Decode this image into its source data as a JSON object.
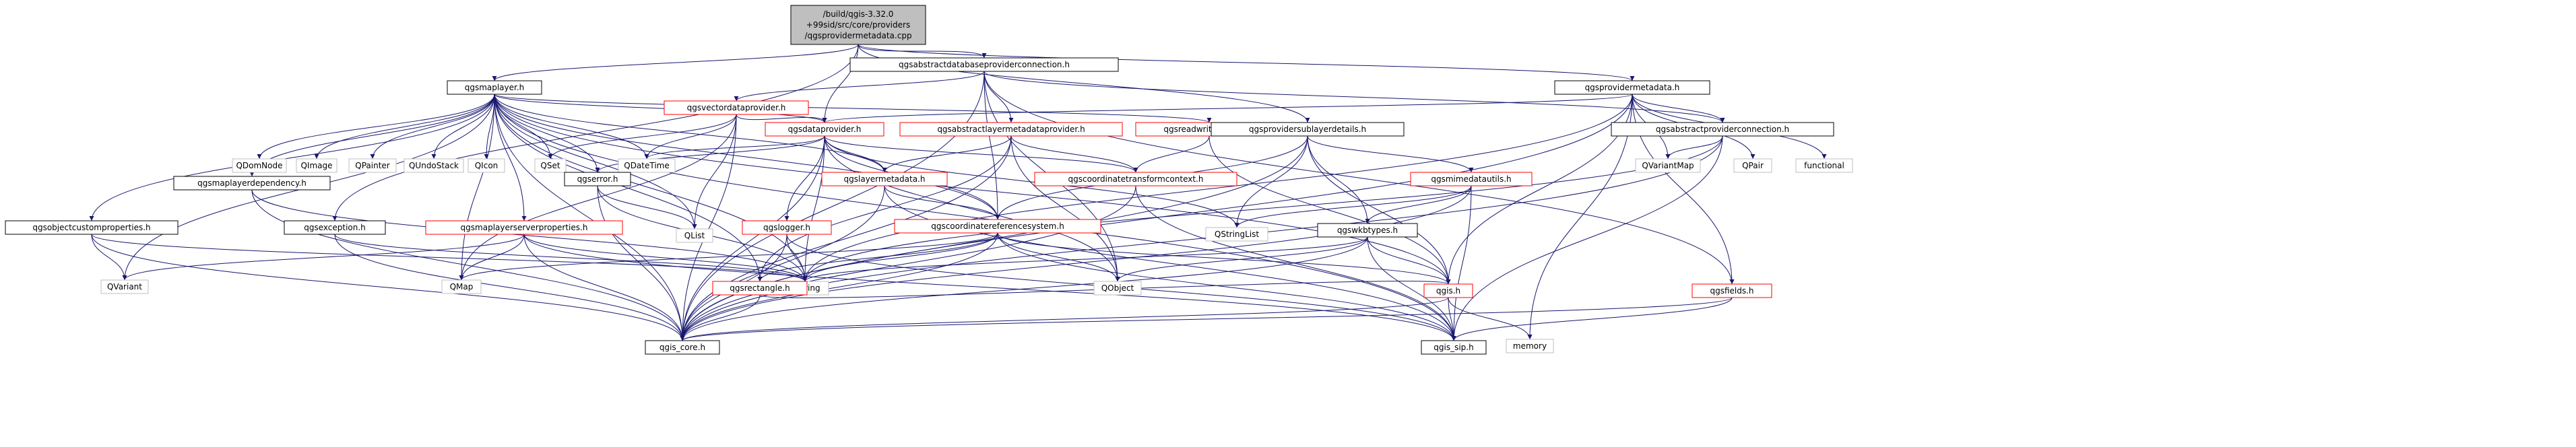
{
  "diagram": {
    "title": "Include dependency graph for qgsprovidermetadata.cpp",
    "colors": {
      "root_fill": "#bfbfbf",
      "node_fill": "#ffffff",
      "node_border": "#000000",
      "red_border": "#ff0000",
      "gray_border": "#bfbfbf",
      "edge": "#191970"
    },
    "nodes": [
      {
        "id": "root",
        "lines": [
          "/build/qgis-3.32.0",
          "+99sid/src/core/providers",
          "/qgsprovidermetadata.cpp"
        ],
        "style": "root"
      },
      {
        "id": "abstractdbconn",
        "lines": [
          "qgsabstractdatabaseproviderconnection.h"
        ],
        "style": "normal"
      },
      {
        "id": "maplayer",
        "lines": [
          "qgsmaplayer.h"
        ],
        "style": "normal"
      },
      {
        "id": "providermetadata",
        "lines": [
          "qgsprovidermetadata.h"
        ],
        "style": "normal"
      },
      {
        "id": "vectordataprovider",
        "lines": [
          "qgsvectordataprovider.h"
        ],
        "style": "red"
      },
      {
        "id": "dataprovider",
        "lines": [
          "qgsdataprovider.h"
        ],
        "style": "red"
      },
      {
        "id": "abstractlayermetadataprovider",
        "lines": [
          "qgsabstractlayermetadataprovider.h"
        ],
        "style": "red"
      },
      {
        "id": "readwritecontext",
        "lines": [
          "qgsreadwritecontext.h"
        ],
        "style": "red"
      },
      {
        "id": "providersublayerdetails",
        "lines": [
          "qgsprovidersublayerdetails.h"
        ],
        "style": "normal"
      },
      {
        "id": "abstractproviderconnection",
        "lines": [
          "qgsabstractproviderconnection.h"
        ],
        "style": "normal"
      },
      {
        "id": "QDomNode",
        "lines": [
          "QDomNode"
        ],
        "style": "gray"
      },
      {
        "id": "QImage",
        "lines": [
          "QImage"
        ],
        "style": "gray"
      },
      {
        "id": "QPainter",
        "lines": [
          "QPainter"
        ],
        "style": "gray"
      },
      {
        "id": "QUndoStack",
        "lines": [
          "QUndoStack"
        ],
        "style": "gray"
      },
      {
        "id": "QIcon",
        "lines": [
          "QIcon"
        ],
        "style": "gray"
      },
      {
        "id": "QSet",
        "lines": [
          "QSet"
        ],
        "style": "gray"
      },
      {
        "id": "QDateTime",
        "lines": [
          "QDateTime"
        ],
        "style": "gray"
      },
      {
        "id": "maplayerdependency",
        "lines": [
          "qgsmaplayerdependency.h"
        ],
        "style": "normal"
      },
      {
        "id": "error",
        "lines": [
          "qgserror.h"
        ],
        "style": "normal"
      },
      {
        "id": "layermetadata",
        "lines": [
          "qgslayermetadata.h"
        ],
        "style": "red"
      },
      {
        "id": "coordinatetransformcontext",
        "lines": [
          "qgscoordinatetransformcontext.h"
        ],
        "style": "red"
      },
      {
        "id": "mimedatautils",
        "lines": [
          "qgsmimedatautils.h"
        ],
        "style": "red"
      },
      {
        "id": "QVariantMap",
        "lines": [
          "QVariantMap"
        ],
        "style": "gray"
      },
      {
        "id": "QPair",
        "lines": [
          "QPair"
        ],
        "style": "gray"
      },
      {
        "id": "functional",
        "lines": [
          "functional"
        ],
        "style": "gray"
      },
      {
        "id": "objectcustomproperties",
        "lines": [
          "qgsobjectcustomproperties.h"
        ],
        "style": "normal"
      },
      {
        "id": "exception",
        "lines": [
          "qgsexception.h"
        ],
        "style": "normal"
      },
      {
        "id": "maplayerserverproperties",
        "lines": [
          "qgsmaplayerserverproperties.h"
        ],
        "style": "red"
      },
      {
        "id": "logger",
        "lines": [
          "qgslogger.h"
        ],
        "style": "red"
      },
      {
        "id": "QList",
        "lines": [
          "QList"
        ],
        "style": "gray"
      },
      {
        "id": "coordinatereferencesystem",
        "lines": [
          "qgscoordinatereferencesystem.h"
        ],
        "style": "red"
      },
      {
        "id": "QStringList",
        "lines": [
          "QStringList"
        ],
        "style": "gray"
      },
      {
        "id": "wkbtypes",
        "lines": [
          "qgswkbtypes.h"
        ],
        "style": "normal"
      },
      {
        "id": "QVariant",
        "lines": [
          "QVariant"
        ],
        "style": "gray"
      },
      {
        "id": "QMap",
        "lines": [
          "QMap"
        ],
        "style": "gray"
      },
      {
        "id": "QString",
        "lines": [
          "QString"
        ],
        "style": "gray"
      },
      {
        "id": "QObject",
        "lines": [
          "QObject"
        ],
        "style": "gray"
      },
      {
        "id": "rectangle",
        "lines": [
          "qgsrectangle.h"
        ],
        "style": "red"
      },
      {
        "id": "qgis",
        "lines": [
          "qgis.h"
        ],
        "style": "red"
      },
      {
        "id": "fields",
        "lines": [
          "qgsfields.h"
        ],
        "style": "red"
      },
      {
        "id": "qgis_core",
        "lines": [
          "qgis_core.h"
        ],
        "style": "normal"
      },
      {
        "id": "qgis_sip",
        "lines": [
          "qgis_sip.h"
        ],
        "style": "normal"
      },
      {
        "id": "memory",
        "lines": [
          "memory"
        ],
        "style": "gray"
      }
    ],
    "edges": [
      [
        "root",
        "abstractdbconn"
      ],
      [
        "root",
        "maplayer"
      ],
      [
        "root",
        "providermetadata"
      ],
      [
        "root",
        "dataprovider"
      ],
      [
        "root",
        "providersublayerdetails"
      ],
      [
        "root",
        "exception"
      ],
      [
        "abstractdbconn",
        "vectordataprovider"
      ],
      [
        "abstractdbconn",
        "abstractlayermetadataprovider"
      ],
      [
        "abstractdbconn",
        "abstractproviderconnection"
      ],
      [
        "abstractdbconn",
        "qgis_core"
      ],
      [
        "abstractdbconn",
        "fields"
      ],
      [
        "abstractdbconn",
        "QObject"
      ],
      [
        "abstractdbconn",
        "coordinatereferencesystem"
      ],
      [
        "maplayer",
        "QDomNode"
      ],
      [
        "maplayer",
        "QImage"
      ],
      [
        "maplayer",
        "QPainter"
      ],
      [
        "maplayer",
        "QUndoStack"
      ],
      [
        "maplayer",
        "QIcon"
      ],
      [
        "maplayer",
        "QSet"
      ],
      [
        "maplayer",
        "QDateTime"
      ],
      [
        "maplayer",
        "maplayerdependency"
      ],
      [
        "maplayer",
        "error"
      ],
      [
        "maplayer",
        "layermetadata"
      ],
      [
        "maplayer",
        "objectcustomproperties"
      ],
      [
        "maplayer",
        "maplayerserverproperties"
      ],
      [
        "maplayer",
        "QList"
      ],
      [
        "maplayer",
        "QString"
      ],
      [
        "maplayer",
        "QVariant"
      ],
      [
        "maplayer",
        "QMap"
      ],
      [
        "maplayer",
        "rectangle"
      ],
      [
        "maplayer",
        "qgis_core"
      ],
      [
        "maplayer",
        "qgis_sip"
      ],
      [
        "maplayer",
        "dataprovider"
      ],
      [
        "maplayer",
        "readwritecontext"
      ],
      [
        "maplayer",
        "qgis"
      ],
      [
        "maplayer",
        "coordinatereferencesystem"
      ],
      [
        "providermetadata",
        "dataprovider"
      ],
      [
        "providermetadata",
        "abstractproviderconnection"
      ],
      [
        "providermetadata",
        "QVariantMap"
      ],
      [
        "providermetadata",
        "QPair"
      ],
      [
        "providermetadata",
        "functional"
      ],
      [
        "providermetadata",
        "memory"
      ],
      [
        "providermetadata",
        "qgis_core"
      ],
      [
        "providermetadata",
        "qgis"
      ],
      [
        "providermetadata",
        "fields"
      ],
      [
        "providermetadata",
        "QString"
      ],
      [
        "vectordataprovider",
        "dataprovider"
      ],
      [
        "vectordataprovider",
        "QSet"
      ],
      [
        "vectordataprovider",
        "QDateTime"
      ],
      [
        "vectordataprovider",
        "QMap"
      ],
      [
        "vectordataprovider",
        "QList"
      ],
      [
        "vectordataprovider",
        "qgis_core"
      ],
      [
        "dataprovider",
        "QDateTime"
      ],
      [
        "dataprovider",
        "layermetadata"
      ],
      [
        "dataprovider",
        "error"
      ],
      [
        "dataprovider",
        "coordinatetransformcontext"
      ],
      [
        "dataprovider",
        "logger"
      ],
      [
        "dataprovider",
        "QStringList"
      ],
      [
        "dataprovider",
        "QString"
      ],
      [
        "dataprovider",
        "qgis_core"
      ],
      [
        "dataprovider",
        "QObject"
      ],
      [
        "dataprovider",
        "coordinatereferencesystem"
      ],
      [
        "abstractlayermetadataprovider",
        "layermetadata"
      ],
      [
        "abstractlayermetadataprovider",
        "coordinatetransformcontext"
      ],
      [
        "abstractlayermetadataprovider",
        "qgis_core"
      ],
      [
        "abstractlayermetadataprovider",
        "QObject"
      ],
      [
        "abstractlayermetadataprovider",
        "rectangle"
      ],
      [
        "readwritecontext",
        "coordinatetransformcontext"
      ],
      [
        "readwritecontext",
        "qgis"
      ],
      [
        "providersublayerdetails",
        "mimedatautils"
      ],
      [
        "providersublayerdetails",
        "wkbtypes"
      ],
      [
        "providersublayerdetails",
        "QStringList"
      ],
      [
        "providersublayerdetails",
        "coordinatereferencesystem"
      ],
      [
        "providersublayerdetails",
        "qgis_core"
      ],
      [
        "providersublayerdetails",
        "qgis"
      ],
      [
        "abstractproviderconnection",
        "QVariantMap"
      ],
      [
        "abstractproviderconnection",
        "qgis_core"
      ],
      [
        "abstractproviderconnection",
        "qgis_sip"
      ],
      [
        "abstractproviderconnection",
        "QString"
      ],
      [
        "maplayerdependency",
        "qgis_core"
      ],
      [
        "maplayerdependency",
        "QString"
      ],
      [
        "error",
        "qgis_core"
      ],
      [
        "error",
        "QString"
      ],
      [
        "error",
        "QList"
      ],
      [
        "layermetadata",
        "coordinatereferencesystem"
      ],
      [
        "layermetadata",
        "qgis_sip"
      ],
      [
        "layermetadata",
        "qgis_core"
      ],
      [
        "coordinatetransformcontext",
        "qgis_core"
      ],
      [
        "coordinatetransformcontext",
        "qgis_sip"
      ],
      [
        "mimedatautils",
        "QStringList"
      ],
      [
        "mimedatautils",
        "qgis_core"
      ],
      [
        "mimedatautils",
        "qgis_sip"
      ],
      [
        "mimedatautils",
        "wkbtypes"
      ],
      [
        "objectcustomproperties",
        "qgis_core"
      ],
      [
        "objectcustomproperties",
        "QVariant"
      ],
      [
        "objectcustomproperties",
        "QString"
      ],
      [
        "exception",
        "qgis_core"
      ],
      [
        "exception",
        "QString"
      ],
      [
        "maplayerserverproperties",
        "qgis_core"
      ],
      [
        "maplayerserverproperties",
        "QVariant"
      ],
      [
        "maplayerserverproperties",
        "QMap"
      ],
      [
        "maplayerserverproperties",
        "QString"
      ],
      [
        "maplayerserverproperties",
        "qgis_sip"
      ],
      [
        "logger",
        "QString"
      ],
      [
        "logger",
        "qgis_core"
      ],
      [
        "logger",
        "qgis_sip"
      ],
      [
        "coordinatereferencesystem",
        "QString"
      ],
      [
        "coordinatereferencesystem",
        "QMap"
      ],
      [
        "coordinatereferencesystem",
        "QObject"
      ],
      [
        "coordinatereferencesystem",
        "rectangle"
      ],
      [
        "coordinatereferencesystem",
        "qgis_core"
      ],
      [
        "coordinatereferencesystem",
        "qgis_sip"
      ],
      [
        "coordinatereferencesystem",
        "qgis"
      ],
      [
        "wkbtypes",
        "QObject"
      ],
      [
        "wkbtypes",
        "QString"
      ],
      [
        "wkbtypes",
        "qgis_core"
      ],
      [
        "wkbtypes",
        "qgis_sip"
      ],
      [
        "wkbtypes",
        "qgis"
      ],
      [
        "rectangle",
        "qgis_core"
      ],
      [
        "rectangle",
        "qgis"
      ],
      [
        "qgis",
        "qgis_core"
      ],
      [
        "qgis",
        "qgis_sip"
      ],
      [
        "qgis",
        "memory"
      ],
      [
        "fields",
        "qgis_core"
      ],
      [
        "fields",
        "qgis_sip"
      ]
    ]
  }
}
